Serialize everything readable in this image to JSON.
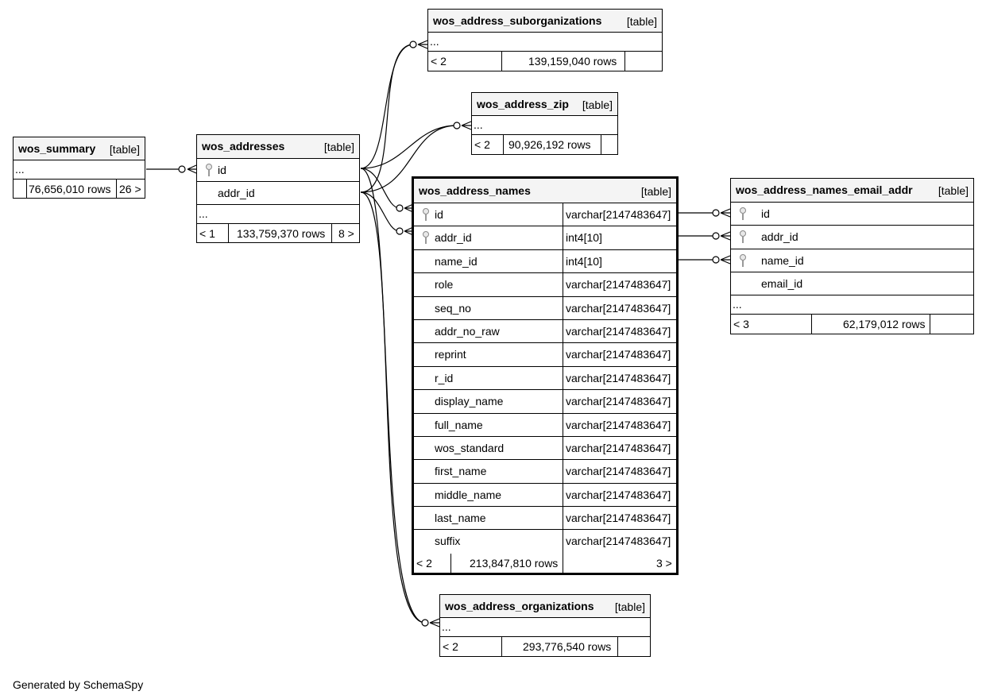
{
  "credit": "Generated by SchemaSpy",
  "tables": {
    "wos_summary": {
      "name": "wos_summary",
      "type": "[table]",
      "ellipsis": "...",
      "footer": {
        "left": "",
        "rows": "76,656,010 rows",
        "right": "26 >"
      }
    },
    "wos_addresses": {
      "name": "wos_addresses",
      "type": "[table]",
      "ellipsis": "...",
      "columns": [
        {
          "name": "id",
          "key": true
        },
        {
          "name": "addr_id",
          "key": false
        }
      ],
      "footer": {
        "left": "< 1",
        "rows": "133,759,370 rows",
        "right": "8 >"
      }
    },
    "wos_address_suborganizations": {
      "name": "wos_address_suborganizations",
      "type": "[table]",
      "ellipsis": "...",
      "footer": {
        "left": "< 2",
        "rows": "139,159,040 rows",
        "right": ""
      }
    },
    "wos_address_zip": {
      "name": "wos_address_zip",
      "type": "[table]",
      "ellipsis": "...",
      "footer": {
        "left": "< 2",
        "rows": "90,926,192 rows",
        "right": ""
      }
    },
    "wos_address_names": {
      "name": "wos_address_names",
      "type": "[table]",
      "columns": [
        {
          "name": "id",
          "type": "varchar[2147483647]",
          "key": true
        },
        {
          "name": "addr_id",
          "type": "int4[10]",
          "key": true
        },
        {
          "name": "name_id",
          "type": "int4[10]",
          "key": false
        },
        {
          "name": "role",
          "type": "varchar[2147483647]",
          "key": false
        },
        {
          "name": "seq_no",
          "type": "varchar[2147483647]",
          "key": false
        },
        {
          "name": "addr_no_raw",
          "type": "varchar[2147483647]",
          "key": false
        },
        {
          "name": "reprint",
          "type": "varchar[2147483647]",
          "key": false
        },
        {
          "name": "r_id",
          "type": "varchar[2147483647]",
          "key": false
        },
        {
          "name": "display_name",
          "type": "varchar[2147483647]",
          "key": false
        },
        {
          "name": "full_name",
          "type": "varchar[2147483647]",
          "key": false
        },
        {
          "name": "wos_standard",
          "type": "varchar[2147483647]",
          "key": false
        },
        {
          "name": "first_name",
          "type": "varchar[2147483647]",
          "key": false
        },
        {
          "name": "middle_name",
          "type": "varchar[2147483647]",
          "key": false
        },
        {
          "name": "last_name",
          "type": "varchar[2147483647]",
          "key": false
        },
        {
          "name": "suffix",
          "type": "varchar[2147483647]",
          "key": false
        }
      ],
      "footer": {
        "left": "< 2",
        "rows": "213,847,810 rows",
        "right": "3 >"
      }
    },
    "wos_address_names_email_addr": {
      "name": "wos_address_names_email_addr",
      "type": "[table]",
      "ellipsis": "...",
      "columns": [
        {
          "name": "id",
          "key": true
        },
        {
          "name": "addr_id",
          "key": true
        },
        {
          "name": "name_id",
          "key": true
        },
        {
          "name": "email_id",
          "key": false
        }
      ],
      "footer": {
        "left": "< 3",
        "rows": "62,179,012 rows",
        "right": ""
      }
    },
    "wos_address_organizations": {
      "name": "wos_address_organizations",
      "type": "[table]",
      "ellipsis": "...",
      "footer": {
        "left": "< 2",
        "rows": "293,776,540 rows",
        "right": ""
      }
    }
  }
}
